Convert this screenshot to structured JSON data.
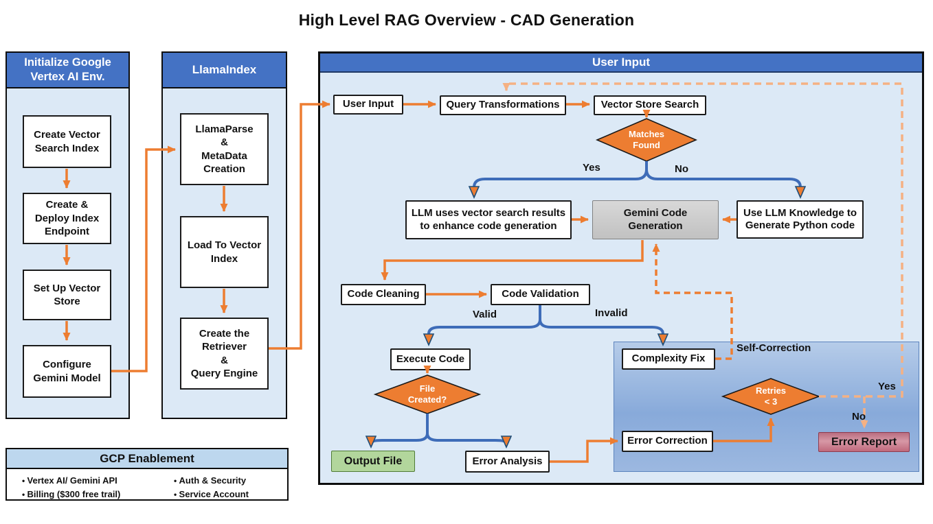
{
  "title": "High Level RAG Overview - CAD Generation",
  "colors": {
    "header_blue": "#4472C4",
    "panel_body_blue": "#DCE9F6",
    "orange": "#ED7D31",
    "peach_dashed": "#F5B183",
    "flow_blue": "#3E6CB8",
    "gcp_header_blue": "#BDD7EE",
    "output_green": "#B2D69C",
    "error_red": "#C0697C",
    "gemini_gray": "#C8C8C8",
    "self_correction_blue": "#88AADA"
  },
  "vertex_panel": {
    "title": "Initialize Google\nVertex AI Env.",
    "steps": [
      "Create Vector\nSearch Index",
      "Create &\nDeploy Index\nEndpoint",
      "Set Up Vector\nStore",
      "Configure\nGemini Model"
    ]
  },
  "llama_panel": {
    "title": "LlamaIndex",
    "steps": [
      "LlamaParse\n&\nMetaData\nCreation",
      "Load To Vector\nIndex",
      "Create the\nRetriever\n&\nQuery Engine"
    ]
  },
  "gcp_panel": {
    "title": "GCP Enablement",
    "left_bullets": [
      "Vertex AI/ Gemini API",
      "Billing ($300 free trail)"
    ],
    "right_bullets": [
      "Auth & Security",
      "Service Account"
    ]
  },
  "main_panel": {
    "title": "User Input",
    "nodes": {
      "user_input": "User Input",
      "query_transformations": "Query Transformations",
      "vector_store_search": "Vector Store Search",
      "matches_found": "Matches\nFound",
      "llm_vector_results": "LLM uses vector search results\nto enhance code generation",
      "gemini_code_generation": "Gemini Code\nGeneration",
      "use_llm_knowledge": "Use LLM Knowledge to\nGenerate Python code",
      "code_cleaning": "Code Cleaning",
      "code_validation": "Code Validation",
      "execute_code": "Execute Code",
      "file_created": "File\nCreated?",
      "output_file": "Output File",
      "error_analysis": "Error Analysis",
      "self_correction": "Self-Correction",
      "complexity_fix": "Complexity Fix",
      "retries": "Retries\n< 3",
      "error_correction": "Error Correction",
      "error_report": "Error Report"
    },
    "edge_labels": {
      "yes": "Yes",
      "no": "No",
      "valid": "Valid",
      "invalid": "Invalid",
      "retry_yes": "Yes",
      "retry_no": "No"
    }
  }
}
